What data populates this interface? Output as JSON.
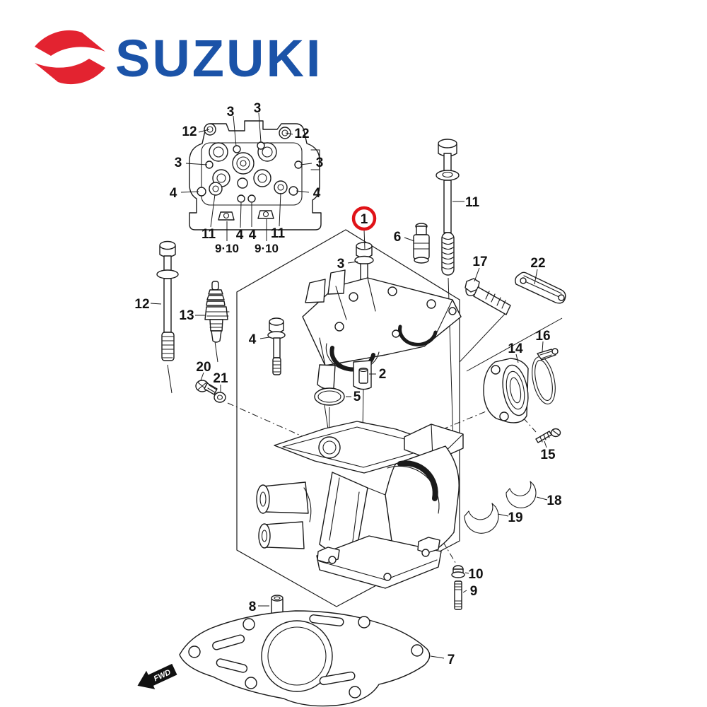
{
  "logo": {
    "wordmark": "SUZUKI",
    "mark_name": "suzuki-s-icon",
    "red": "#e32330",
    "blue": "#1b53a8"
  },
  "diagram": {
    "title_implicit": "Cylinder head exploded parts diagram",
    "line_color": "#1a1a1a",
    "highlight_color": "#e01318",
    "highlighted_group_label": "1",
    "fwd_marker": "FWD",
    "callouts": [
      {
        "label": "3",
        "part": "cover-bolt-top-left"
      },
      {
        "label": "3",
        "part": "cover-bolt-top-right"
      },
      {
        "label": "12",
        "part": "cover-washer-left"
      },
      {
        "label": "12",
        "part": "cover-washer-right"
      },
      {
        "label": "3",
        "part": "cover-bolt-mid-left"
      },
      {
        "label": "3",
        "part": "cover-bolt-mid-right"
      },
      {
        "label": "4",
        "part": "cover-bolt-corner-left"
      },
      {
        "label": "4",
        "part": "cover-bolt-corner-right"
      },
      {
        "label": "11",
        "part": "cover-gasket-washer-left"
      },
      {
        "label": "4",
        "part": "cover-bolt-bottom-left"
      },
      {
        "label": "4",
        "part": "cover-bolt-bottom-right"
      },
      {
        "label": "11",
        "part": "cover-gasket-washer-right"
      },
      {
        "label": "9·10",
        "part": "cover-stud-nut-left"
      },
      {
        "label": "9·10",
        "part": "cover-stud-nut-right"
      },
      {
        "label": "1",
        "part": "cylinder-head-assembly",
        "highlighted": true
      },
      {
        "label": "3",
        "part": "holder-bolt-upper"
      },
      {
        "label": "6",
        "part": "valve-tappet"
      },
      {
        "label": "11",
        "part": "long-cylinder-bolt-right"
      },
      {
        "label": "17",
        "part": "flange-bolt-diagonal"
      },
      {
        "label": "22",
        "part": "joint-bracket"
      },
      {
        "label": "12",
        "part": "long-cylinder-bolt-left"
      },
      {
        "label": "13",
        "part": "spark-plug"
      },
      {
        "label": "4",
        "part": "holder-bolt-lower"
      },
      {
        "label": "20",
        "part": "small-bolt"
      },
      {
        "label": "21",
        "part": "washer"
      },
      {
        "label": "2",
        "part": "dowel-pin"
      },
      {
        "label": "5",
        "part": "o-ring"
      },
      {
        "label": "14",
        "part": "intake-pipe-flange"
      },
      {
        "label": "16",
        "part": "hose-clamp"
      },
      {
        "label": "15",
        "part": "clamp-screw"
      },
      {
        "label": "18",
        "part": "curved-shim-upper"
      },
      {
        "label": "19",
        "part": "curved-shim-lower"
      },
      {
        "label": "10",
        "part": "nut"
      },
      {
        "label": "9",
        "part": "stud-bolt"
      },
      {
        "label": "8",
        "part": "dowel"
      },
      {
        "label": "7",
        "part": "cylinder-head-gasket"
      }
    ]
  }
}
